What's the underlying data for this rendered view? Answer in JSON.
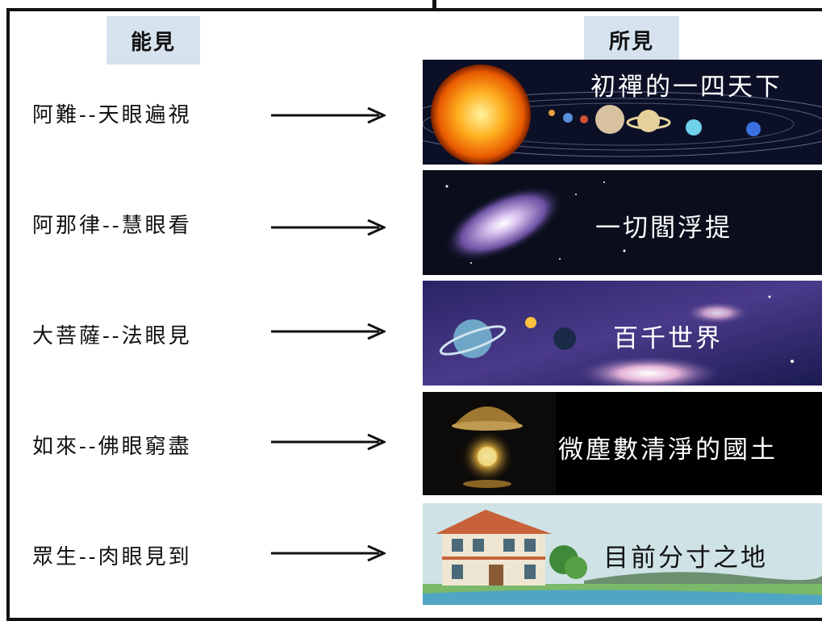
{
  "headers": {
    "able": "能見",
    "seen": "所見"
  },
  "rows": [
    {
      "label": "阿難--天眼遍視",
      "seen": "初禪的一四天下"
    },
    {
      "label": "阿那律--慧眼看",
      "seen": "一切閻浮提"
    },
    {
      "label": "大菩薩--法眼見",
      "seen": "百千世界"
    },
    {
      "label": "如來--佛眼窮盡",
      "seen": "微塵數清淨的國土"
    },
    {
      "label": "眾生--肉眼見到",
      "seen": "目前分寸之地"
    }
  ],
  "colors": {
    "header_bg": "#d6e3ef",
    "space_dark": "#0b1026",
    "nebula_purple": "#3a2a6e",
    "landscape_sky": "#cfe3e6"
  }
}
